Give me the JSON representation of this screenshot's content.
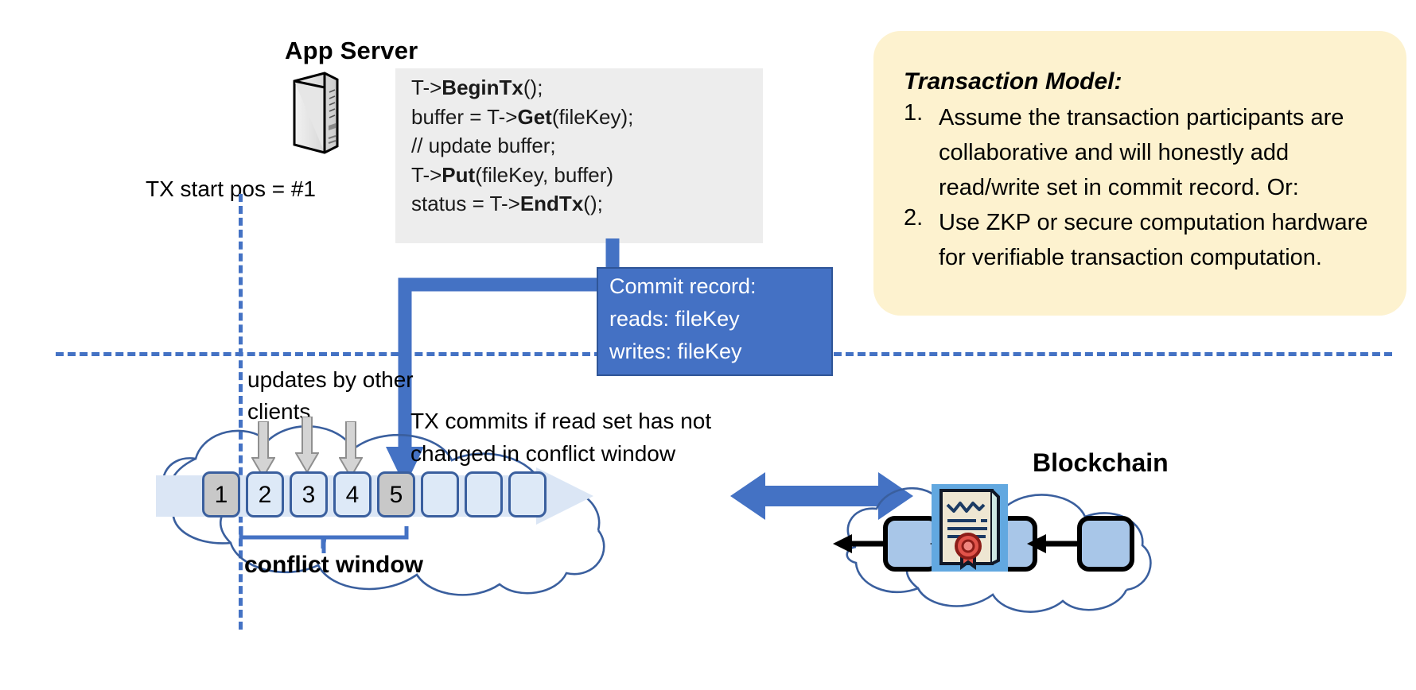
{
  "app_server": {
    "title": "App Server",
    "icon": "server-tower-icon",
    "code_lines": [
      {
        "pre": "T->",
        "bold": "BeginTx",
        "post": "();"
      },
      {
        "pre": "buffer = T->",
        "bold": "Get",
        "post": "(fileKey);"
      },
      {
        "pre": "// update buffer;",
        "bold": "",
        "post": ""
      },
      {
        "pre": "T->",
        "bold": "Put",
        "post": "(fileKey, buffer)"
      },
      {
        "pre": "status = T->",
        "bold": "EndTx",
        "post": "();"
      }
    ]
  },
  "tx_start_pos_label": "TX start pos = #1",
  "commit_record": {
    "title": "Commit record:",
    "reads": "reads: fileKey",
    "writes": "writes: fileKey",
    "fill": "#4471c4"
  },
  "transaction_model": {
    "title": "Transaction Model:",
    "fill": "#fdf2cf",
    "items": [
      {
        "num": "1.",
        "text": "Assume the transaction participants are collaborative and will honestly add read/write set in commit record.  Or:"
      },
      {
        "num": "2.",
        "text": "Use ZKP or secure computation hardware for verifiable transaction computation."
      }
    ]
  },
  "ledger": {
    "updates_label": "updates by other clients",
    "commits_note": "TX commits if read set has not changed in conflict window",
    "conflict_window_label": "conflict window",
    "cells": [
      {
        "label": "1",
        "shaded": true
      },
      {
        "label": "2",
        "shaded": false
      },
      {
        "label": "3",
        "shaded": false
      },
      {
        "label": "4",
        "shaded": false
      },
      {
        "label": "5",
        "shaded": true
      },
      {
        "label": "",
        "shaded": false
      },
      {
        "label": "",
        "shaded": false
      },
      {
        "label": "",
        "shaded": false
      }
    ],
    "cell_border_color": "#3a5f9e",
    "cell_fill": "#dde9f7",
    "cell_shaded_fill": "#c8c8c8"
  },
  "blockchain": {
    "label": "Blockchain",
    "icon": "certificate-icon",
    "block_count": 3,
    "block_fill": "#a8c6e8"
  },
  "colors": {
    "accent_blue": "#4472c4",
    "dark_blue": "#2f5597",
    "band_blue": "#dbe6f5",
    "grey_arrow": "#d4d4d4",
    "cloud_stroke": "#3a5f9e"
  }
}
